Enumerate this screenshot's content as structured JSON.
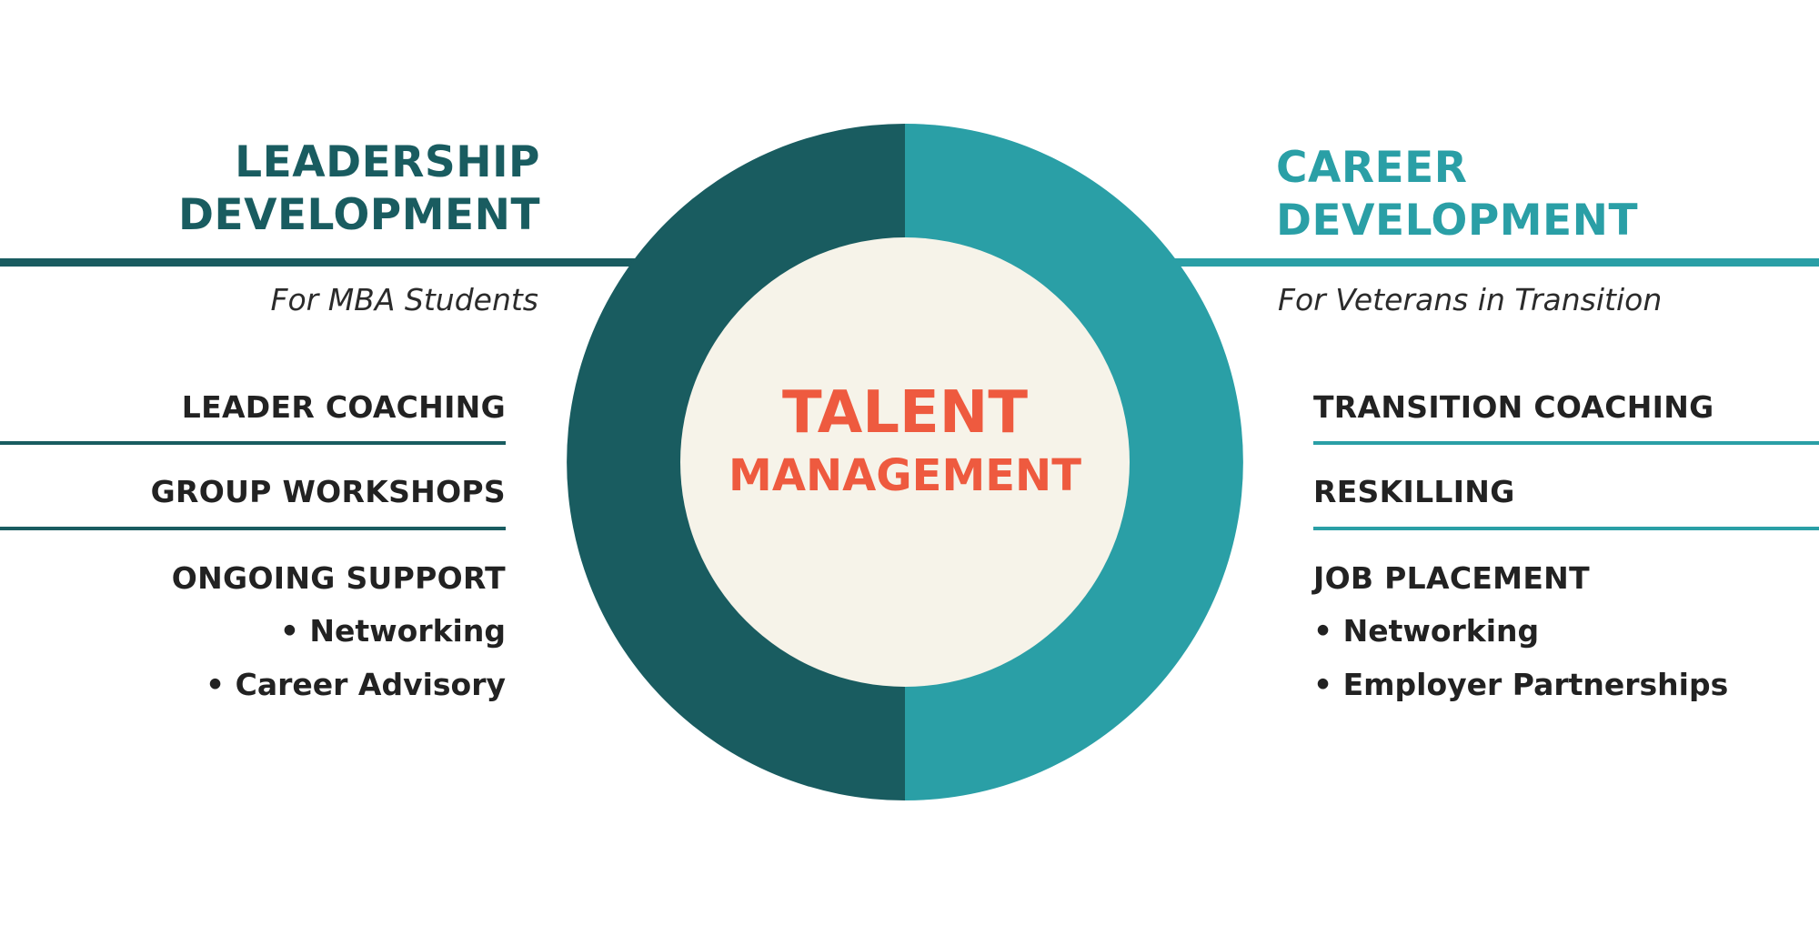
{
  "colors": {
    "dark_teal": "#195c60",
    "light_teal": "#2a9fa6",
    "center_fill": "#f6f3e9",
    "accent_orange": "#ee5a3f",
    "text_dark": "#222222"
  },
  "center": {
    "title_line1": "TALENT",
    "title_line2": "MANAGEMENT"
  },
  "left": {
    "title_line1": "LEADERSHIP",
    "title_line2": "DEVELOPMENT",
    "subtitle": "For MBA Students",
    "items": [
      {
        "label": "LEADER COACHING"
      },
      {
        "label": "GROUP WORKSHOPS"
      },
      {
        "label": "ONGOING SUPPORT"
      }
    ],
    "sub_items": [
      "• Networking",
      "• Career Advisory"
    ]
  },
  "right": {
    "title_line1": "CAREER",
    "title_line2": "DEVELOPMENT",
    "subtitle": "For Veterans in Transition",
    "items": [
      {
        "label": "TRANSITION COACHING"
      },
      {
        "label": "RESKILLING"
      },
      {
        "label": "JOB PLACEMENT"
      }
    ],
    "sub_items": [
      "• Networking",
      "• Employer Partnerships"
    ]
  }
}
